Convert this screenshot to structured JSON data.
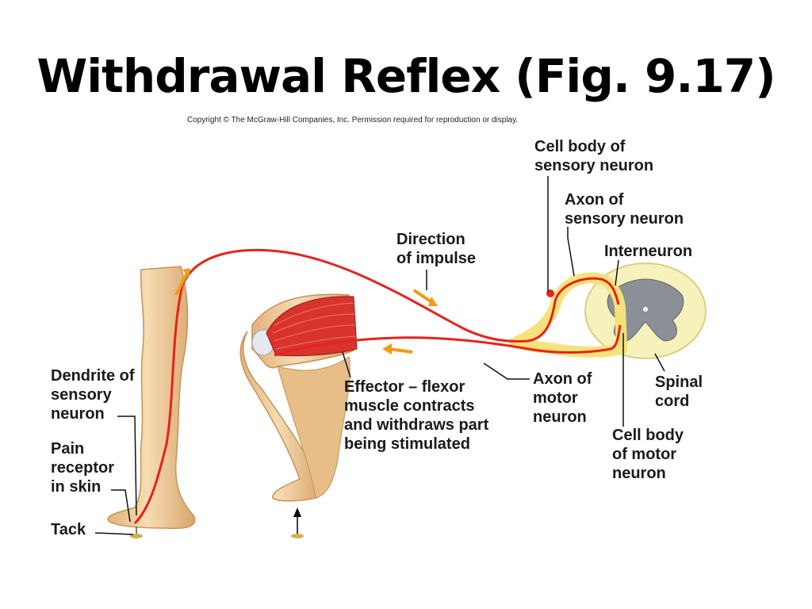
{
  "title": "Withdrawal Reflex (Fig. 9.17)",
  "copyright": "Copyright © The McGraw-Hill Companies, Inc. Permission required for reproduction or display.",
  "labels": {
    "cell_body_sensory": "Cell body of\nsensory neuron",
    "axon_sensory": "Axon of\nsensory neuron",
    "interneuron": "Interneuron",
    "direction_impulse": "Direction\nof impulse",
    "dendrite_sensory": "Dendrite of\nsensory\nneuron",
    "pain_receptor": "Pain\nreceptor\nin skin",
    "tack": "Tack",
    "effector": "Effector – flexor\nmuscle contracts\nand withdraws part\nbeing stimulated",
    "axon_motor": "Axon of\nmotor\nneuron",
    "spinal_cord": "Spinal\ncord",
    "cell_body_motor": "Cell body\nof motor\nneuron"
  },
  "colors": {
    "skin": "#f1cfa0",
    "skin_shadow": "#d9a86e",
    "nerve_red": "#e8221c",
    "nerve_yellow": "#f5e27a",
    "muscle": "#d8332c",
    "white_matter": "#f7f1bc",
    "gray_matter": "#8a9096",
    "arrow_orange": "#f29a12",
    "tack_gold": "#d4b04a"
  }
}
